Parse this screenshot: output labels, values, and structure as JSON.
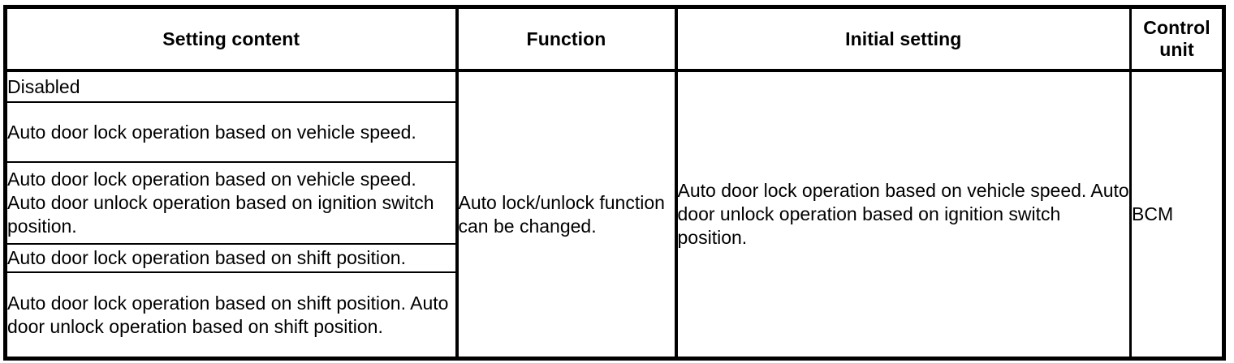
{
  "table": {
    "headers": {
      "setting_content": "Setting content",
      "function": "Function",
      "initial_setting": "Initial setting",
      "control_unit": "Control unit"
    },
    "setting_content_rows": [
      "Disabled",
      "Auto door lock operation based on vehicle speed.",
      "Auto door lock operation based on vehicle speed. Auto door unlock operation based on ignition switch position.",
      "Auto door lock operation based on shift position.",
      "Auto door lock operation based on shift position. Auto door unlock operation based on shift position."
    ],
    "function": "Auto lock/unlock function can be changed.",
    "initial_setting": "Auto door lock operation based on vehicle speed. Auto door unlock operation based on ignition switch position.",
    "control_unit": "BCM"
  },
  "colors": {
    "border": "#000000",
    "background": "#ffffff",
    "text": "#000000"
  }
}
